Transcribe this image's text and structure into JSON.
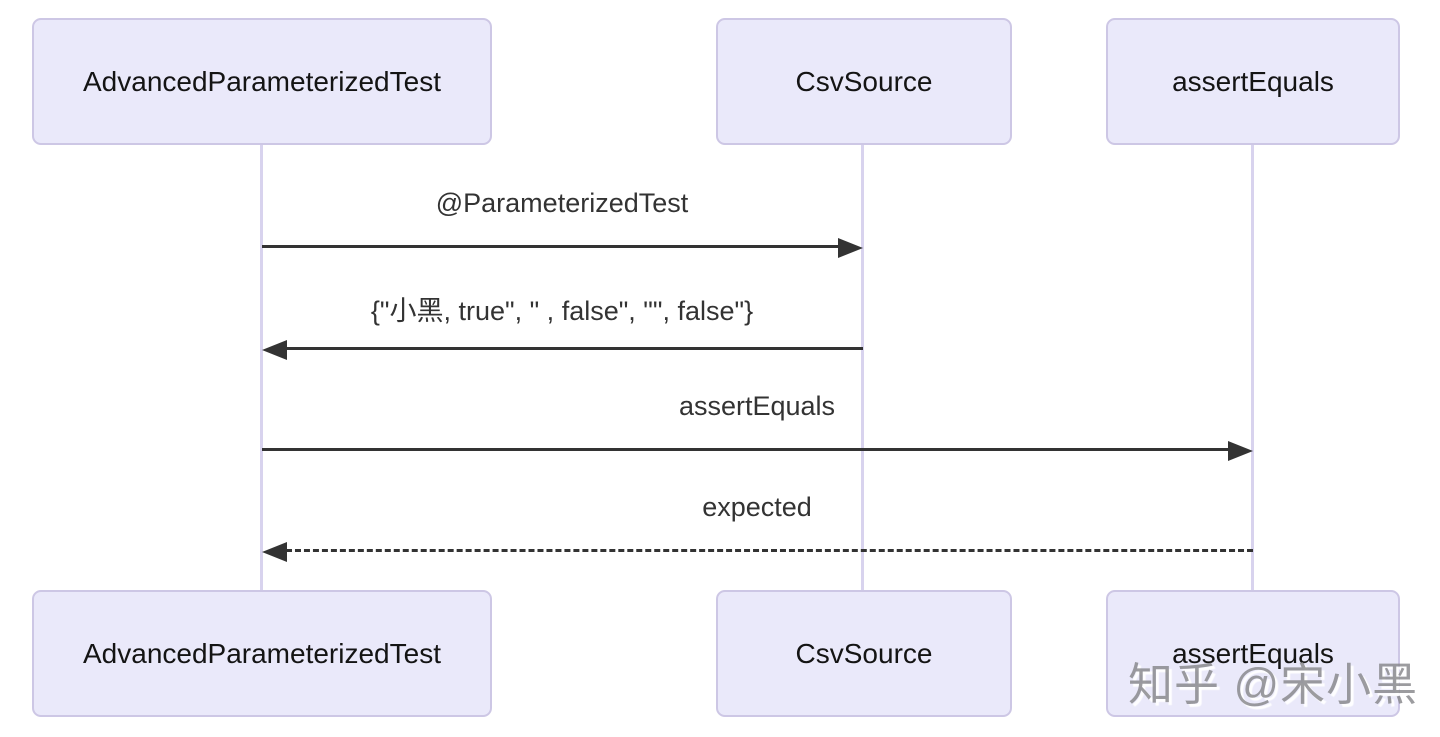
{
  "diagram": {
    "type": "sequence",
    "participants": [
      {
        "label": "AdvancedParameterizedTest"
      },
      {
        "label": "CsvSource"
      },
      {
        "label": "assertEquals"
      }
    ],
    "messages": [
      {
        "from": "AdvancedParameterizedTest",
        "to": "CsvSource",
        "label": "@ParameterizedTest",
        "line": "solid",
        "direction": "right"
      },
      {
        "from": "CsvSource",
        "to": "AdvancedParameterizedTest",
        "label": "{\"小黑, true\", \" , false\", \"\", false\"}",
        "line": "solid",
        "direction": "left"
      },
      {
        "from": "AdvancedParameterizedTest",
        "to": "assertEquals",
        "label": "assertEquals",
        "line": "solid",
        "direction": "right"
      },
      {
        "from": "assertEquals",
        "to": "AdvancedParameterizedTest",
        "label": "expected",
        "line": "dashed",
        "direction": "left"
      }
    ]
  },
  "watermark": {
    "text": "知乎 @宋小黑"
  },
  "colors": {
    "actor_fill": "#EAE9FA",
    "actor_border": "#CDC7E5",
    "lifeline": "#D8D3EE",
    "arrow": "#333333",
    "actor_text": "#141414",
    "message_text": "#333333",
    "watermark_text": "#86868A"
  }
}
